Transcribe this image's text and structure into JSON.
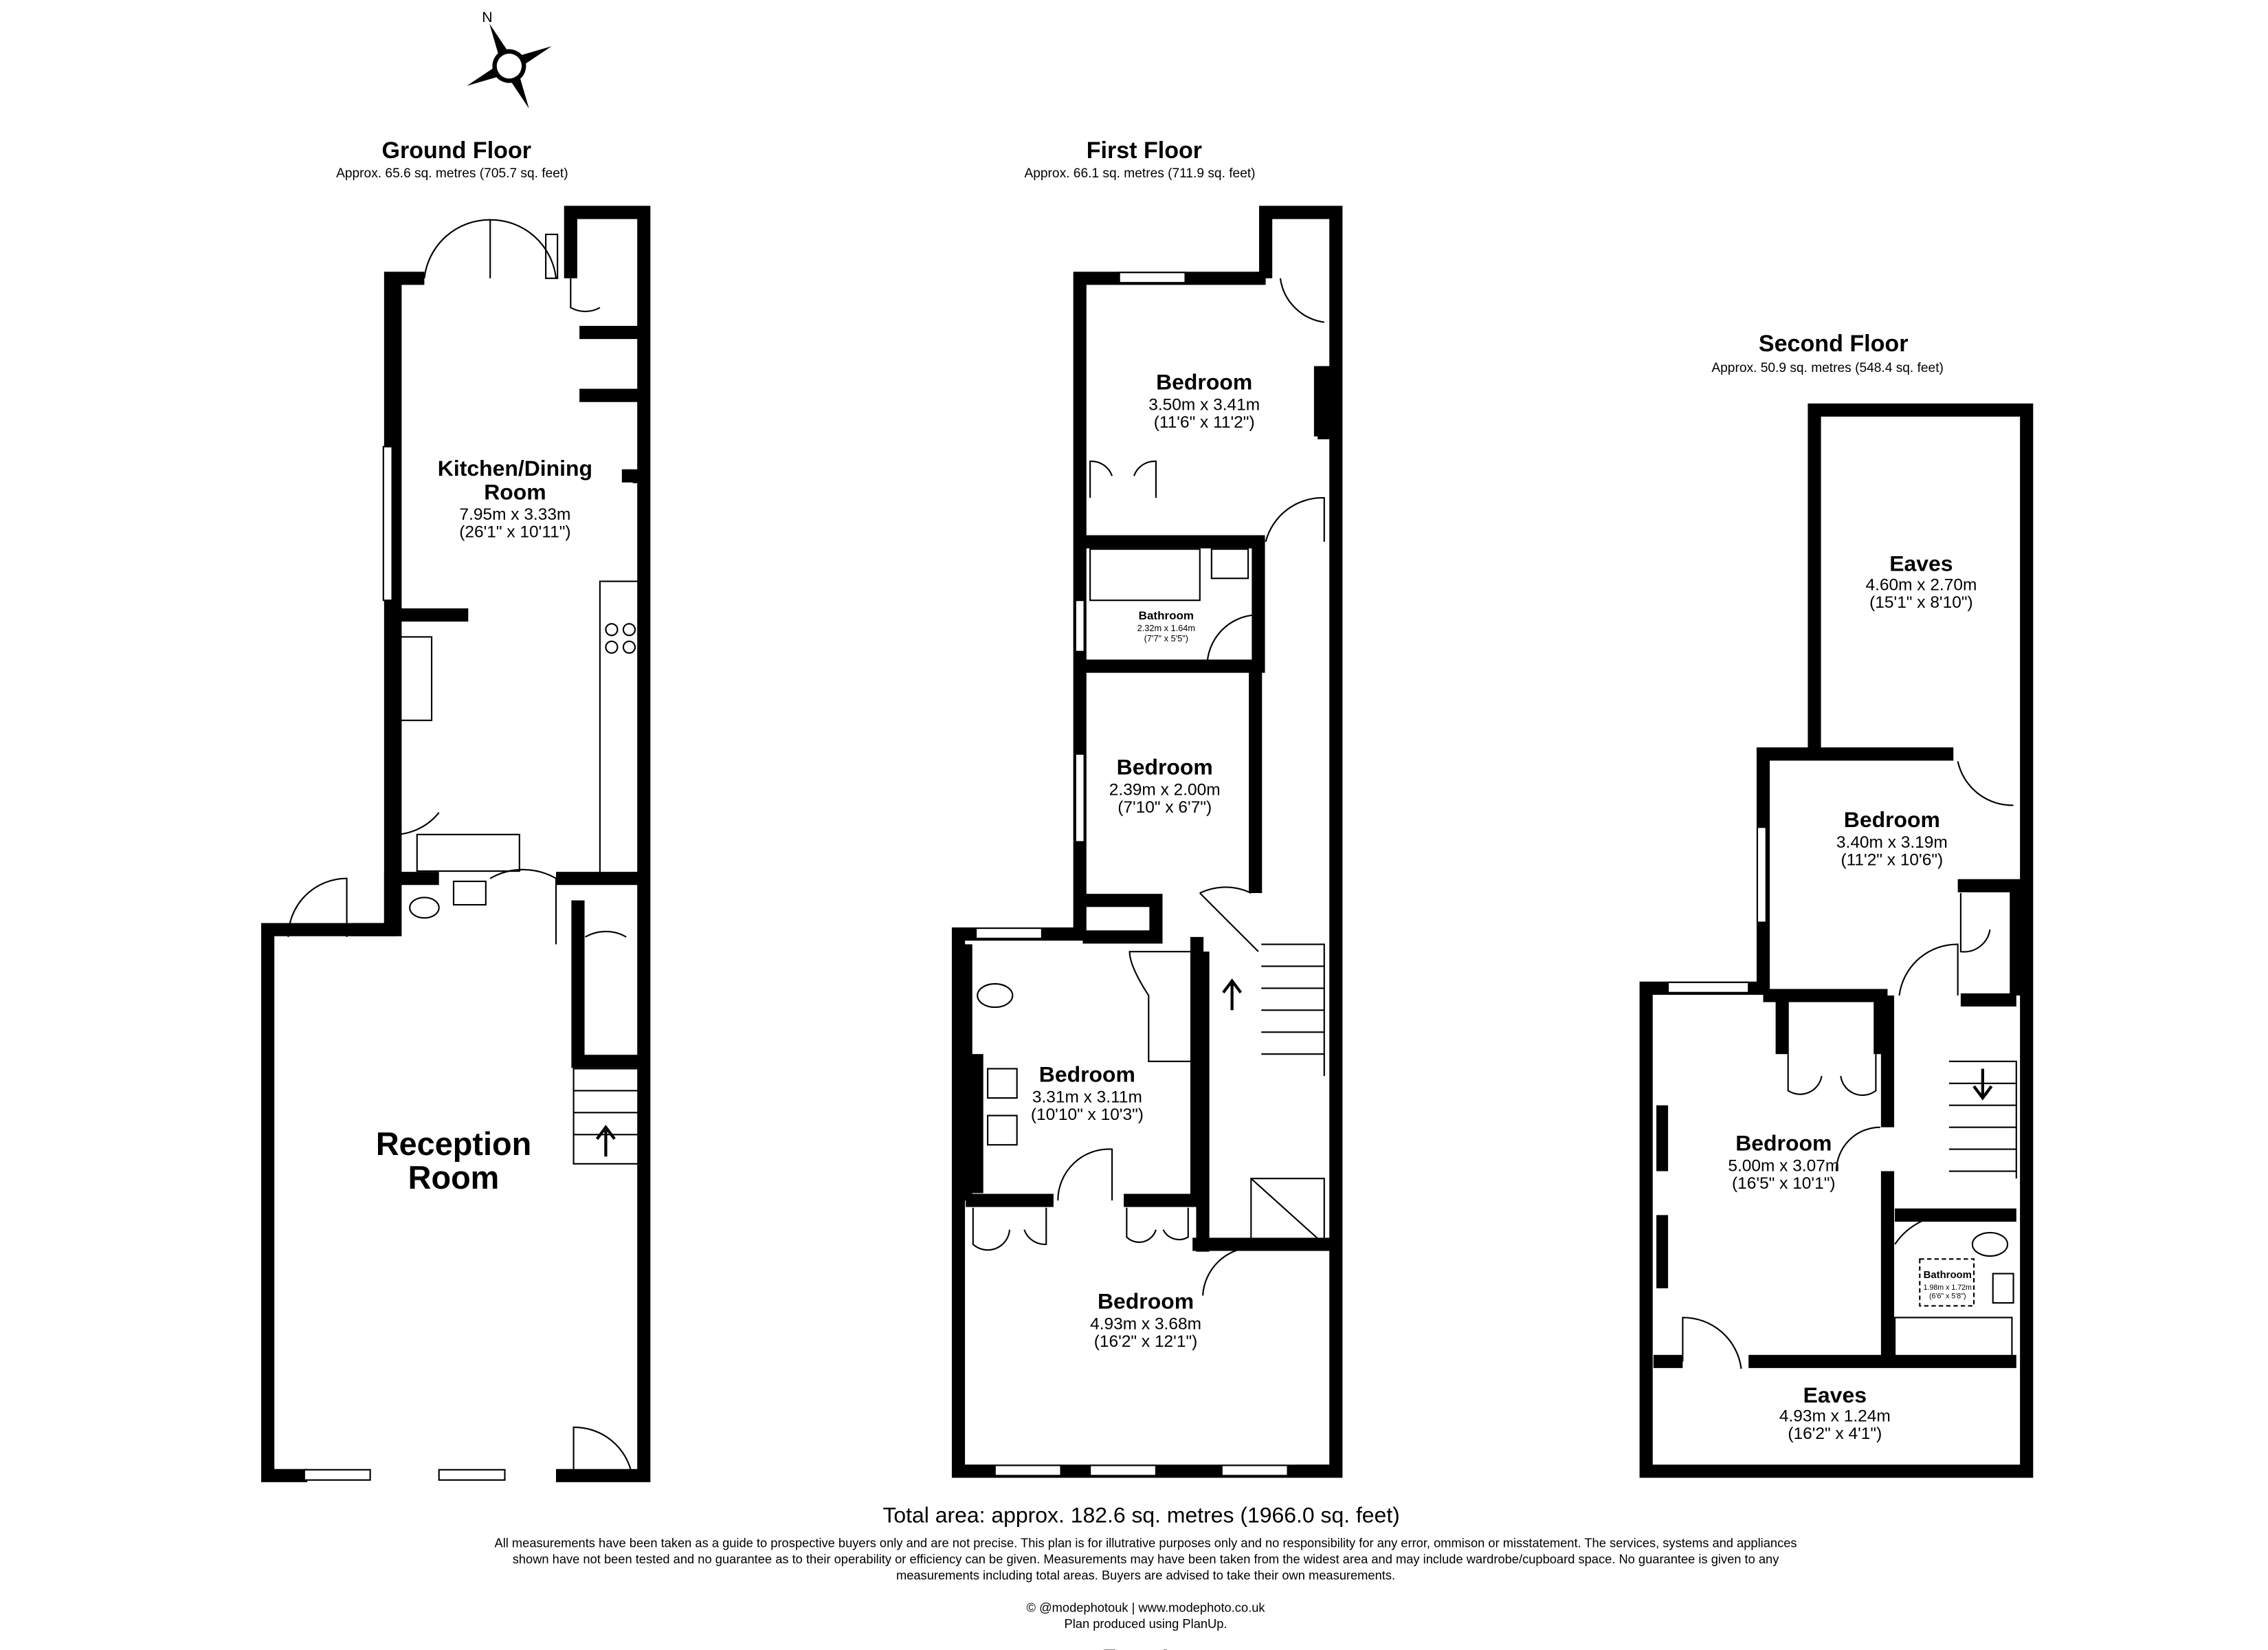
{
  "compass": {
    "label": "N"
  },
  "floors": [
    {
      "title": "Ground Floor",
      "area": "Approx. 65.6 sq. metres (705.7 sq. feet)",
      "rooms": [
        {
          "name_lines": [
            "Kitchen/Dining",
            "Room"
          ],
          "metric": "7.95m x 3.33m",
          "imperial": "(26'1\" x 10'11\")"
        },
        {
          "name_lines": [
            "Reception",
            "Room"
          ]
        }
      ]
    },
    {
      "title": "First Floor",
      "area": "Approx. 66.1 sq. metres (711.9 sq. feet)",
      "rooms": [
        {
          "name": "Bedroom",
          "metric": "3.50m x 3.41m",
          "imperial": "(11'6\" x 11'2\")"
        },
        {
          "name": "Bathroom",
          "metric": "2.32m x 1.64m",
          "imperial": "(7'7\" x 5'5\")"
        },
        {
          "name": "Bedroom",
          "metric": "2.39m x 2.00m",
          "imperial": "(7'10\" x 6'7\")"
        },
        {
          "name": "Bedroom",
          "metric": "3.31m x 3.11m",
          "imperial": "(10'10\" x 10'3\")"
        },
        {
          "name": "Bedroom",
          "metric": "4.93m x 3.68m",
          "imperial": "(16'2\" x 12'1\")"
        }
      ]
    },
    {
      "title": "Second Floor",
      "area": "Approx. 50.9 sq. metres (548.4 sq. feet)",
      "rooms": [
        {
          "name": "Eaves",
          "metric": "4.60m x 2.70m",
          "imperial": "(15'1\" x 8'10\")"
        },
        {
          "name": "Bedroom",
          "metric": "3.40m x 3.19m",
          "imperial": "(11'2\" x 10'6\")"
        },
        {
          "name": "Bedroom",
          "metric": "5.00m x 3.07m",
          "imperial": "(16'5\" x 10'1\")"
        },
        {
          "name": "Bathroom",
          "metric": "1.98m x 1.72m",
          "imperial": "(6'6\" x 5'8\")"
        },
        {
          "name": "Eaves",
          "metric": "4.93m x 1.24m",
          "imperial": "(16'2\" x 4'1\")"
        }
      ]
    }
  ],
  "footer": {
    "total": "Total area: approx. 182.6 sq. metres (1966.0 sq. feet)",
    "disclaimer_lines": [
      "All measurements have been taken as a guide to prospective buyers only and are not precise. This plan is for illutrative purposes only and no responsibility for any error, ommison or misstatement. The services, systems and appliances",
      "shown have not been tested and no guarantee as to their operability or efficiency can be given. Measurements may have been taken from the widest area and may include wardrobe/cupboard space. No guarantee is given to any",
      "measurements including total areas. Buyers are advised to take their own measurements."
    ],
    "credit": "© @modephotouk | www.modephoto.co.uk",
    "produced": "Plan produced using PlanUp.",
    "address": "Farm Ln"
  }
}
